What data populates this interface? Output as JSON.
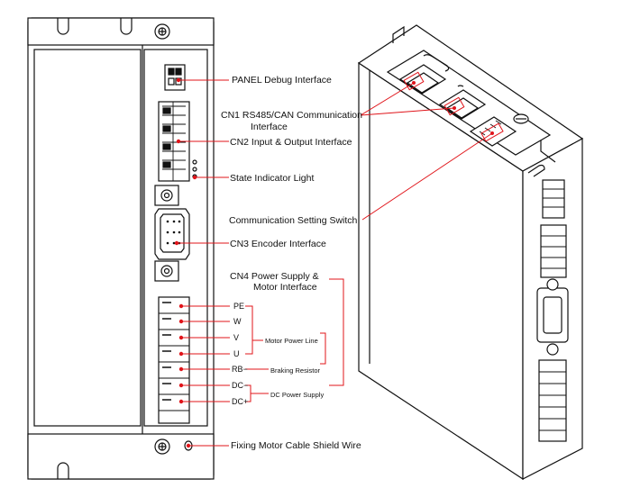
{
  "labels": {
    "panel": "PANEL  Debug Interface",
    "cn1_line1": "CN1  RS485/CAN Communication",
    "cn1_line2": "Interface",
    "cn2": "CN2    Input & Output Interface",
    "state_light": "State Indicator Light",
    "comm_switch": "Communication Setting Switch",
    "cn3": "CN3  Encoder Interface",
    "cn4_line1": "CN4  Power Supply &",
    "cn4_line2": "Motor Interface",
    "motor_power_line": "Motor Power Line",
    "braking_resistor": "Braking Resistor",
    "dc_power_supply": "DC Power Supply",
    "shield_wire": "Fixing Motor Cable Shield Wire"
  },
  "pins": [
    "PE",
    "W",
    "V",
    "U",
    "RB−",
    "DC−",
    "DC+"
  ],
  "colors": {
    "line": "#111111",
    "callout": "#e0141a",
    "background": "#ffffff"
  }
}
